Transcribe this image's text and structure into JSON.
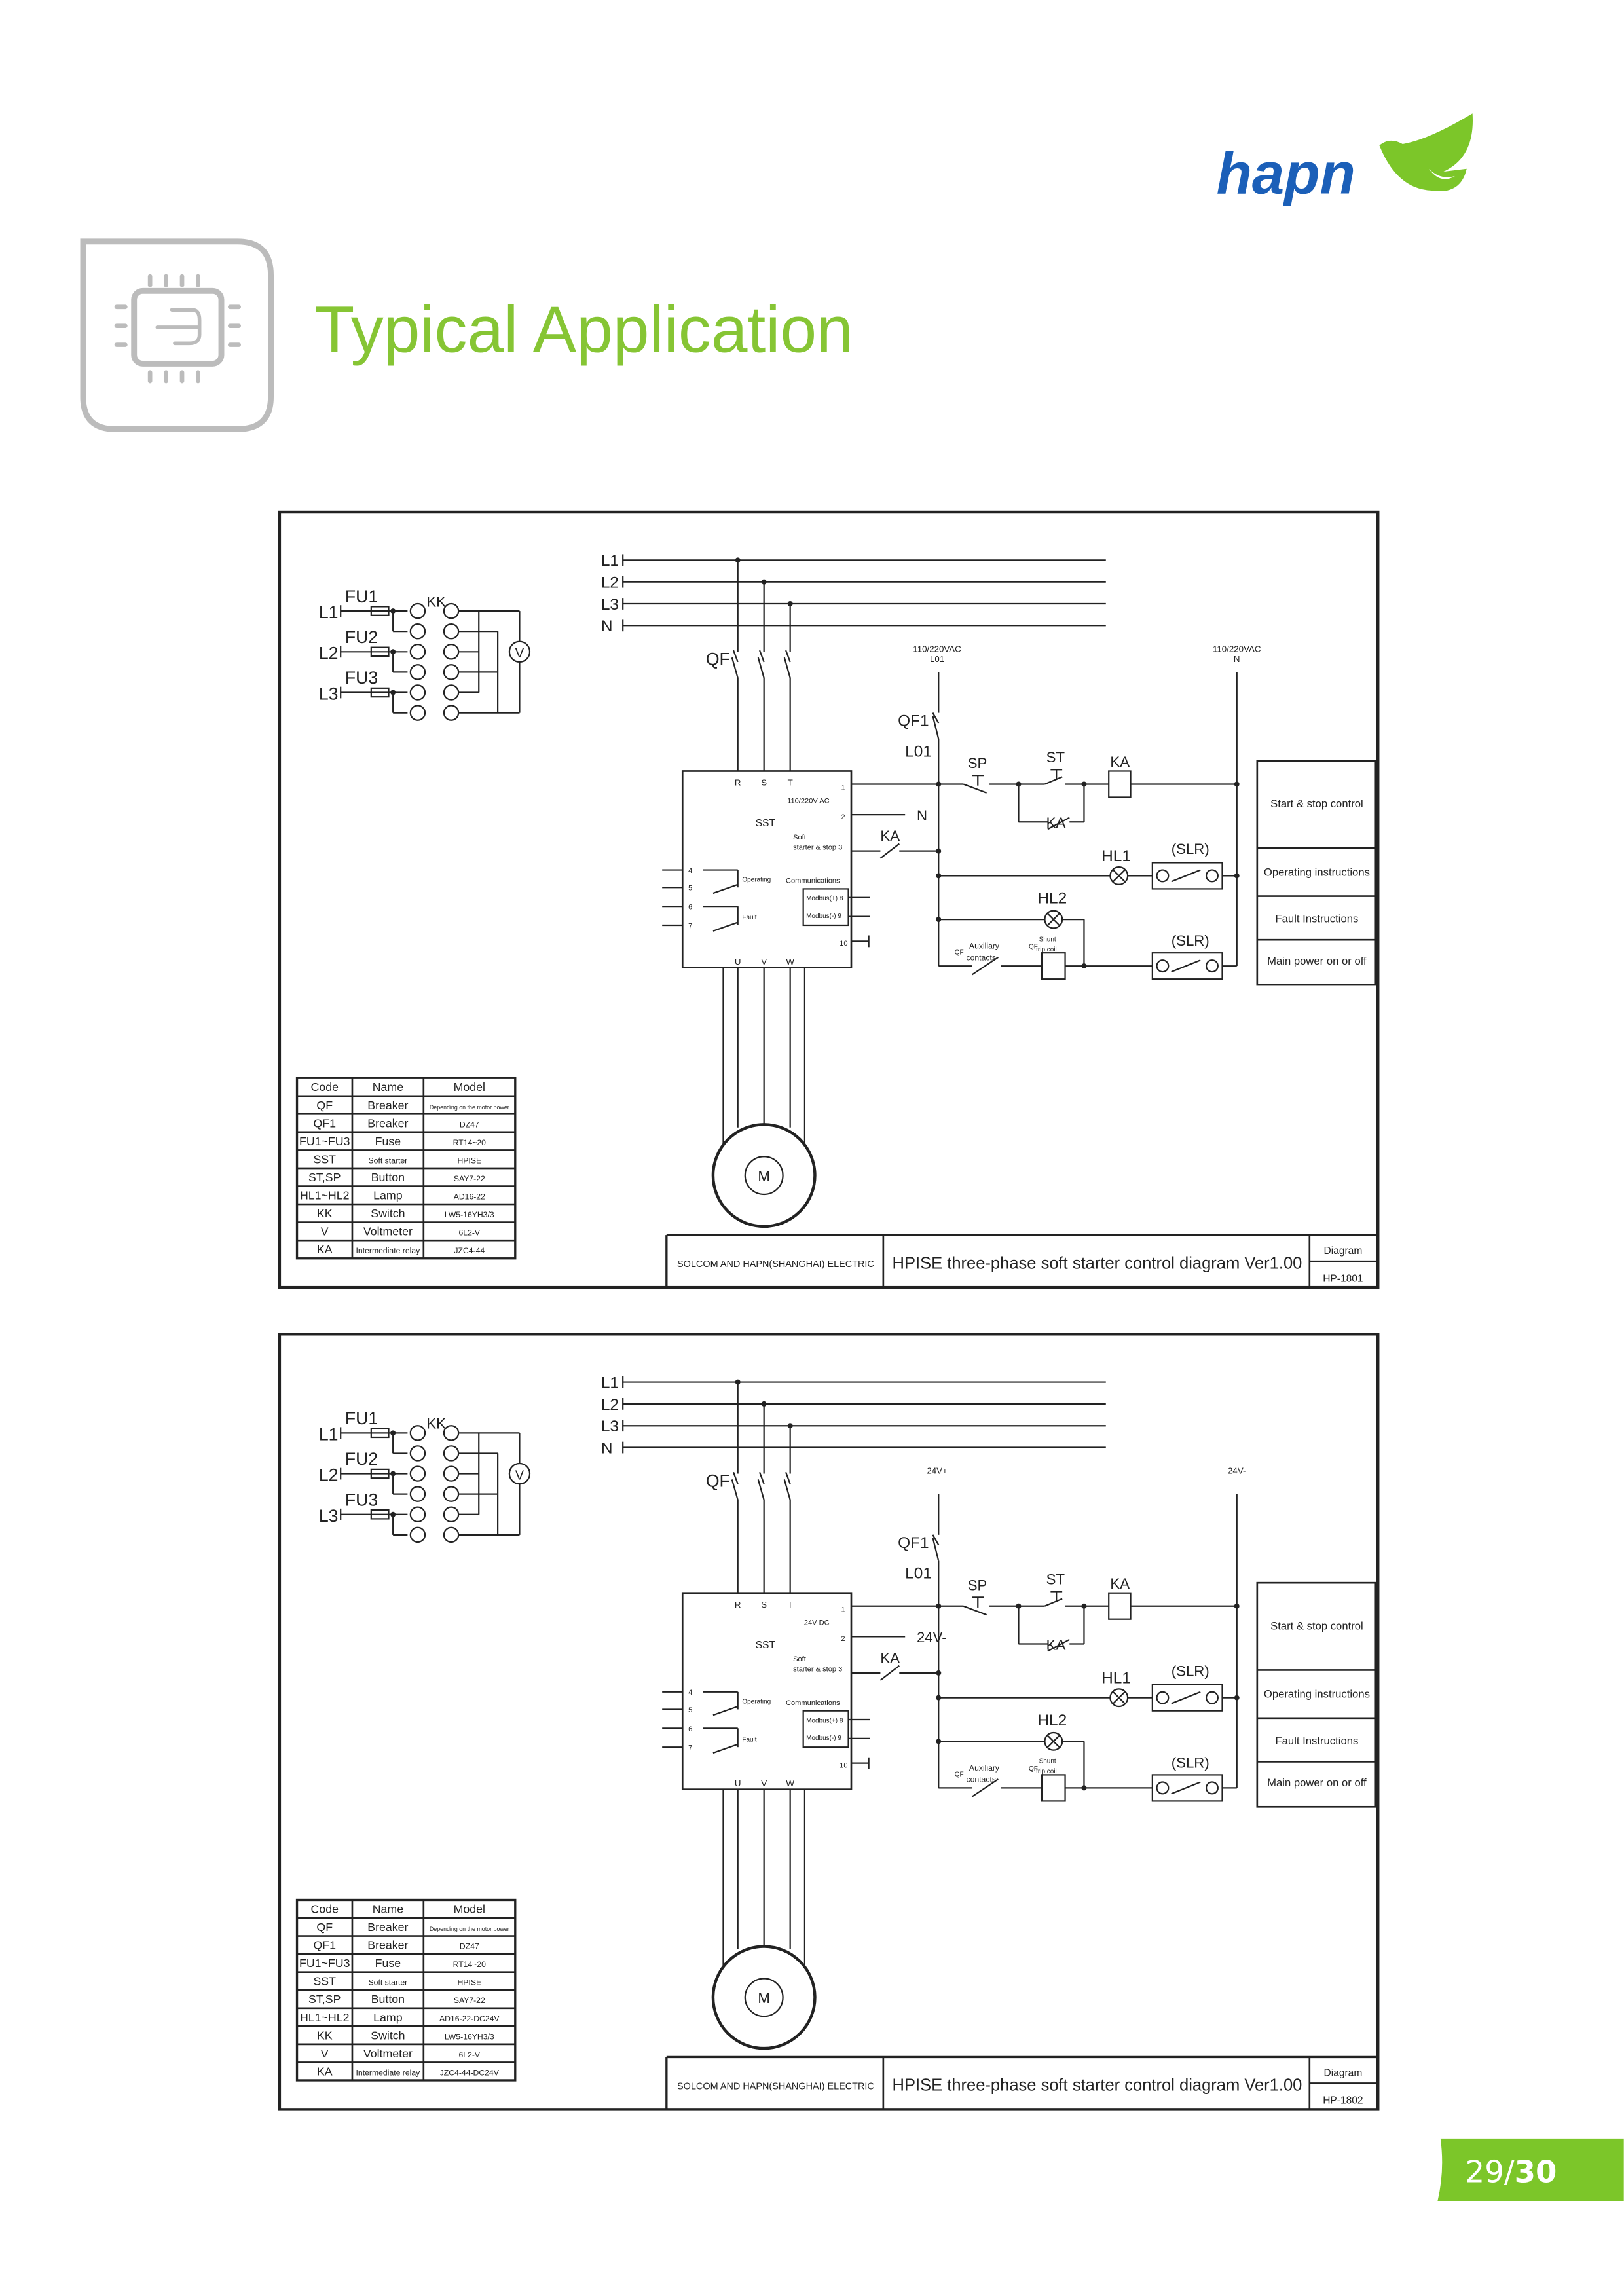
{
  "header": {
    "logo_text": "hapn",
    "title": "Typical Application",
    "icon": "chip-icon"
  },
  "page": {
    "current": "29",
    "separator": "/",
    "total": "30"
  },
  "colors": {
    "accent": "#86c534",
    "logo_blue": "#1b5fb8",
    "badge": "#7cc629",
    "icon_gray": "#bcbcbc"
  },
  "diagrams": [
    {
      "bus": [
        "L1",
        "L2",
        "L3",
        "N"
      ],
      "meter": {
        "phases": [
          "L1",
          "L2",
          "L3"
        ],
        "fuses": [
          "FU1",
          "FU2",
          "FU3"
        ],
        "switch": "KK",
        "voltmeter": "V"
      },
      "qf": "QF",
      "qf1": "QF1",
      "l01": "L01",
      "supply_left": {
        "voltage": "110/220VAC",
        "name": "L01"
      },
      "supply_right": {
        "voltage": "110/220VAC",
        "name": "N"
      },
      "sst": {
        "label": "SST",
        "phases_in": [
          "R",
          "S",
          "T"
        ],
        "phases_out": [
          "U",
          "V",
          "W"
        ],
        "supply": "110/220V AC",
        "t1": "1",
        "t2": "2",
        "soft": "Soft",
        "starter_stop": "starter & stop 3",
        "communications": "Communications",
        "modbus_pos": "Modbus(+) 8",
        "modbus_neg": "Modbus(-) 9",
        "operating": "Operating",
        "fault": "Fault",
        "terminals": [
          "4",
          "5",
          "6",
          "7"
        ],
        "t10": "10"
      },
      "n_terminal": "N",
      "controls": {
        "sp": "SP",
        "st": "ST",
        "ka": "KA",
        "hl1": "HL1",
        "hl2": "HL2",
        "slr": "(SLR)",
        "auxiliary": "Auxiliary",
        "contacts": "contacts",
        "shunt": "Shunt",
        "trip_coil": "trip coil",
        "qf_small": "QF"
      },
      "motor": "M",
      "sections": [
        "Start & stop control",
        "Operating instructions",
        "Fault Instructions",
        "Main power on or off"
      ],
      "table": {
        "headers": [
          "Code",
          "Name",
          "Model"
        ],
        "rows": [
          [
            "QF",
            "Breaker",
            "Depending on the motor power"
          ],
          [
            "QF1",
            "Breaker",
            "DZ47"
          ],
          [
            "FU1~FU3",
            "Fuse",
            "RT14~20"
          ],
          [
            "SST",
            "Soft starter",
            "HPISE"
          ],
          [
            "ST,SP",
            "Button",
            "SAY7-22"
          ],
          [
            "HL1~HL2",
            "Lamp",
            "AD16-22"
          ],
          [
            "KK",
            "Switch",
            "LW5-16YH3/3"
          ],
          [
            "V",
            "Voltmeter",
            "6L2-V"
          ],
          [
            "KA",
            "Intermediate relay",
            "JZC4-44"
          ]
        ]
      },
      "title_block": {
        "company": "SOLCOM AND HAPN(SHANGHAI) ELECTRIC",
        "title": "HPISE three-phase soft starter control diagram Ver1.00",
        "diagram_label": "Diagram",
        "number": "HP-1801"
      }
    },
    {
      "bus": [
        "L1",
        "L2",
        "L3",
        "N"
      ],
      "meter": {
        "phases": [
          "L1",
          "L2",
          "L3"
        ],
        "fuses": [
          "FU1",
          "FU2",
          "FU3"
        ],
        "switch": "KK",
        "voltmeter": "V"
      },
      "qf": "QF",
      "qf1": "QF1",
      "l01": "L01",
      "supply_left": {
        "voltage": "24V+",
        "name": ""
      },
      "supply_right": {
        "voltage": "24V-",
        "name": ""
      },
      "sst": {
        "label": "SST",
        "phases_in": [
          "R",
          "S",
          "T"
        ],
        "phases_out": [
          "U",
          "V",
          "W"
        ],
        "supply": "24V DC",
        "t1": "1",
        "t2": "2",
        "soft": "Soft",
        "starter_stop": "starter & stop 3",
        "communications": "Communications",
        "modbus_pos": "Modbus(+) 8",
        "modbus_neg": "Modbus(-) 9",
        "operating": "Operating",
        "fault": "Fault",
        "terminals": [
          "4",
          "5",
          "6",
          "7"
        ],
        "t10": "10"
      },
      "n_terminal": "24V-",
      "controls": {
        "sp": "SP",
        "st": "ST",
        "ka": "KA",
        "hl1": "HL1",
        "hl2": "HL2",
        "slr": "(SLR)",
        "auxiliary": "Auxiliary",
        "contacts": "contacts",
        "shunt": "Shunt",
        "trip_coil": "trip coil",
        "qf_small": "QF"
      },
      "motor": "M",
      "sections": [
        "Start & stop control",
        "Operating instructions",
        "Fault Instructions",
        "Main power on or off"
      ],
      "table": {
        "headers": [
          "Code",
          "Name",
          "Model"
        ],
        "rows": [
          [
            "QF",
            "Breaker",
            "Depending on the motor power"
          ],
          [
            "QF1",
            "Breaker",
            "DZ47"
          ],
          [
            "FU1~FU3",
            "Fuse",
            "RT14~20"
          ],
          [
            "SST",
            "Soft starter",
            "HPISE"
          ],
          [
            "ST,SP",
            "Button",
            "SAY7-22"
          ],
          [
            "HL1~HL2",
            "Lamp",
            "AD16-22-DC24V"
          ],
          [
            "KK",
            "Switch",
            "LW5-16YH3/3"
          ],
          [
            "V",
            "Voltmeter",
            "6L2-V"
          ],
          [
            "KA",
            "Intermediate relay",
            "JZC4-44-DC24V"
          ]
        ]
      },
      "title_block": {
        "company": "SOLCOM AND HAPN(SHANGHAI) ELECTRIC",
        "title": "HPISE three-phase soft starter control diagram Ver1.00",
        "diagram_label": "Diagram",
        "number": "HP-1802"
      }
    }
  ]
}
